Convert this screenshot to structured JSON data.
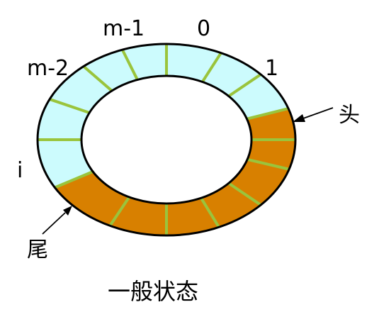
{
  "diagram": {
    "caption": "一般状态",
    "labels": {
      "m_minus_1": "m-1",
      "zero": "0",
      "m_minus_2": "m-2",
      "one": "1",
      "i": "i",
      "head": "头",
      "tail": "尾"
    },
    "ring": {
      "total_cells": 16,
      "occupied_cells": 7,
      "empty_color": "#ccfbfd",
      "occupied_color": "#d88000",
      "divider_color": "#9ac43c",
      "outline_color": "#000000"
    }
  }
}
